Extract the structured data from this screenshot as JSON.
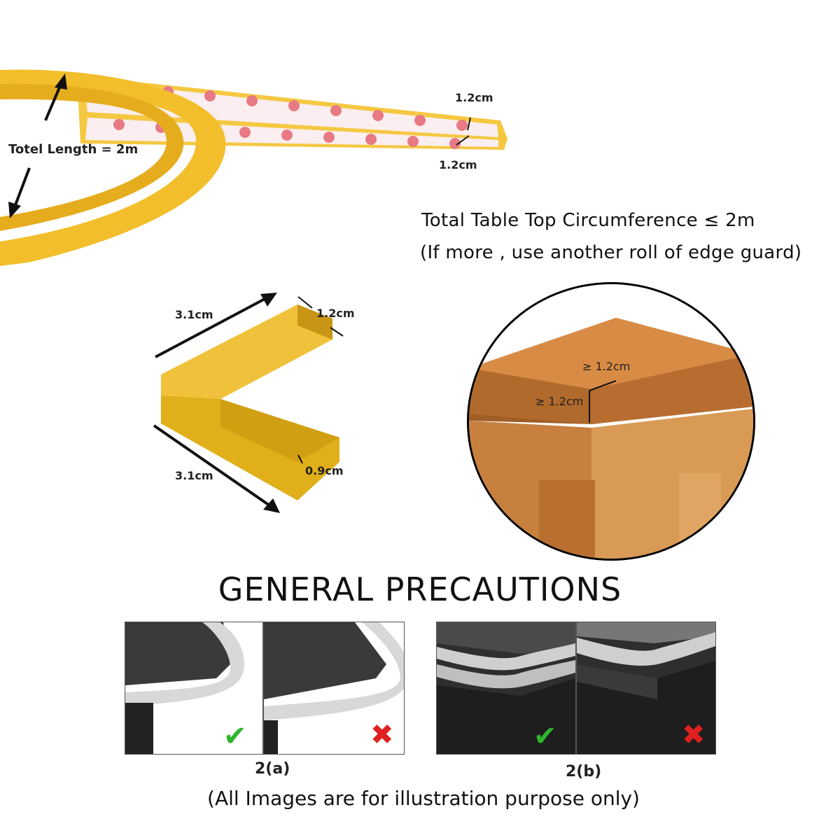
{
  "strip": {
    "total_length_label": "Totel Length = 2m",
    "height_label": "1.2cm",
    "width_label": "1.2cm",
    "color": "#f5c842"
  },
  "circumference": {
    "line1": "Total Table Top Circumference ≤ 2m",
    "line2": "(If more , use another roll of edge guard)"
  },
  "corner_piece": {
    "top_length_label": "3.1cm",
    "thickness_label": "1.2cm",
    "bottom_length_label": "3.1cm",
    "depth_label": "0.9cm",
    "color": "#e6b81e"
  },
  "table_detail": {
    "top_label": "≥ 1.2cm",
    "side_label": "≥ 1.2cm"
  },
  "precautions": {
    "heading": "GENERAL PRECAUTIONS",
    "caption_a": "2(a)",
    "caption_b": "2(b)",
    "note": "(All Images are for illustration purpose only)",
    "correct_color": "#2db52d",
    "wrong_color": "#e02020"
  }
}
